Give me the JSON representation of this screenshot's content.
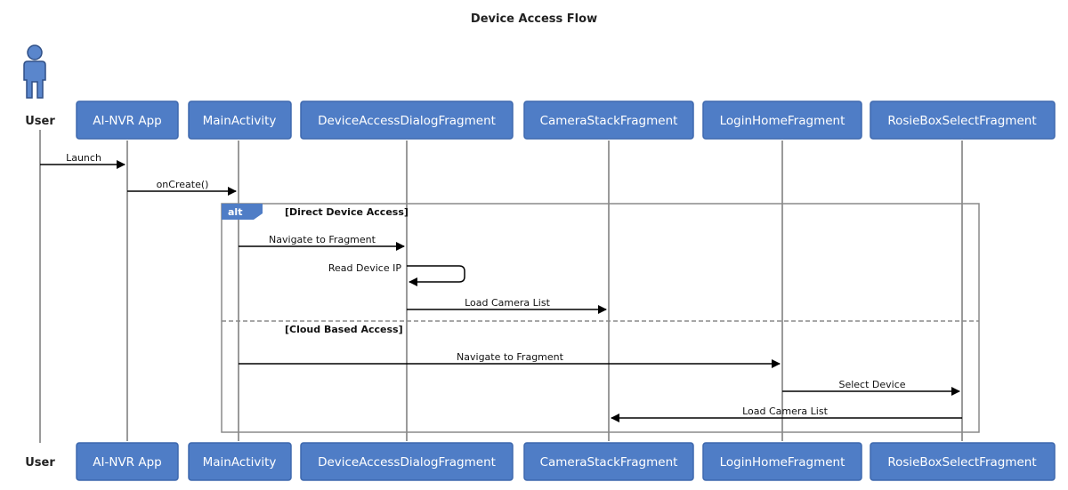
{
  "title": "Device Access Flow",
  "actor": {
    "label": "User",
    "icon": "user-icon"
  },
  "participants": [
    "AI-NVR App",
    "MainActivity",
    "DeviceAccessDialogFragment",
    "CameraStackFragment",
    "LoginHomeFragment",
    "RosieBoxSelectFragment"
  ],
  "messages": {
    "launch": "Launch",
    "on_create": "onCreate()",
    "navigate_direct": "Navigate to Fragment",
    "read_ip": "Read Device IP",
    "load_list_direct": "Load Camera List",
    "navigate_cloud": "Navigate to Fragment",
    "select_device": "Select Device",
    "load_list_cloud": "Load Camera List"
  },
  "alt": {
    "tag": "alt",
    "guard_direct": "[Direct Device Access]",
    "guard_cloud": "[Cloud Based Access]"
  },
  "colors": {
    "participant_fill": "#4f7dc6",
    "participant_border": "#3e68ad",
    "lifeline": "#9a9a9a",
    "frame": "#8a8a8a",
    "actor_fill": "#5a86cc"
  }
}
